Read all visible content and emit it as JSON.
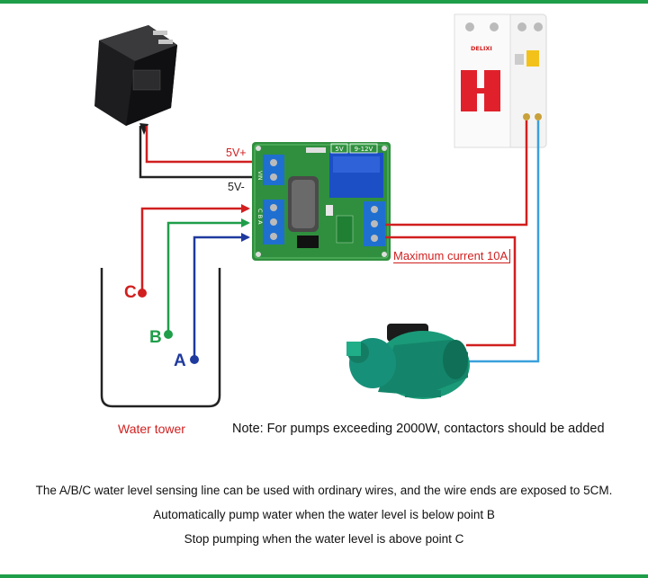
{
  "labels": {
    "v5_plus": "5V+",
    "v5_minus": "5V-",
    "max_current": "Maximum current 10A",
    "probe_c": "C",
    "probe_b": "B",
    "probe_a": "A",
    "water_tower": "Water tower",
    "note": "Note: For pumps exceeding 2000W, contactors should be added",
    "breaker_brand": "DELIXI"
  },
  "description": {
    "line1": "The A/B/C water level sensing line can be used with ordinary wires, and the wire ends are exposed to 5CM.",
    "line2": "Automatically pump water when the water level is below point B",
    "line3": "Stop pumping when the water level is above point C"
  },
  "board": {
    "tag_5v": "5V",
    "tag_range": "9-12V",
    "vin": "VIN",
    "cba": "C B A"
  },
  "colors": {
    "red_wire": "#d11f1f",
    "black_wire": "#222222",
    "green_wire": "#1f9e4a",
    "blue_wire": "#1f3a9e",
    "light_blue_wire": "#3aa0dc",
    "board": "#2f8f3e",
    "pump": "#1a9a78"
  }
}
